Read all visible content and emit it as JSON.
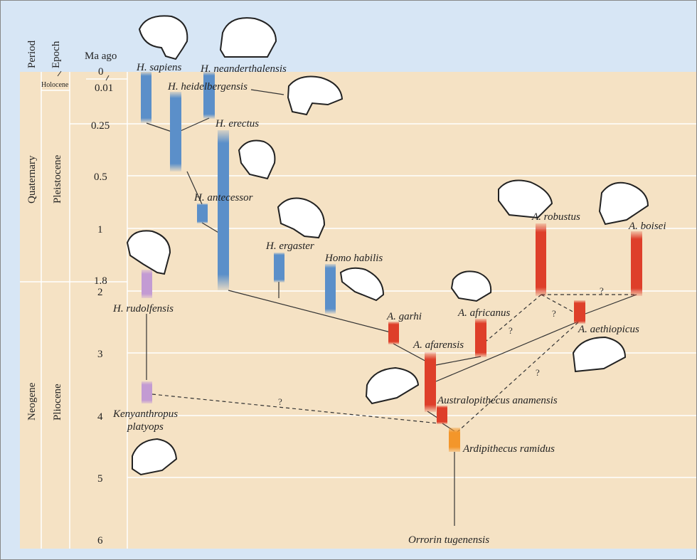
{
  "headers": {
    "period": "Period",
    "epoch": "Epoch",
    "ma": "Ma ago"
  },
  "periods": [
    "Quaternary",
    "Neogene"
  ],
  "epochs": [
    "Holocene",
    "Pleistocene",
    "Pliocene"
  ],
  "ticks": [
    "0",
    "0.01",
    "0.25",
    "0.5",
    "1",
    "1.8",
    "2",
    "3",
    "4",
    "5",
    "6"
  ],
  "colors": {
    "background": "#d7e6f5",
    "panel": "#f5e2c4",
    "homo": "#5b8fc9",
    "australopith": "#de3f2a",
    "kenyanthropus": "#c39bd3",
    "ardipithecus": "#f3962a"
  },
  "species": {
    "sapiens": "H. sapiens",
    "neanderthalensis": "H. neanderthalensis",
    "heidelbergensis": "H. heidelbergensis",
    "erectus": "H. erectus",
    "antecessor": "H. antecessor",
    "ergaster": "H. ergaster",
    "habilis": "Homo habilis",
    "rudolfensis": "H. rudolfensis",
    "kenyanthropus_1": "Kenyanthropus",
    "kenyanthropus_2": "platyops",
    "garhi": "A. garhi",
    "africanus": "A. africanus",
    "afarensis": "A. afarensis",
    "anamensis": "Australopithecus anamensis",
    "ramidus": "Ardipithecus ramidus",
    "orrorin": "Orrorin tugenensis",
    "robustus": "A. robustus",
    "boisei": "A. boisei",
    "aethiopicus": "A. aethiopicus"
  },
  "uncertain_mark": "?"
}
